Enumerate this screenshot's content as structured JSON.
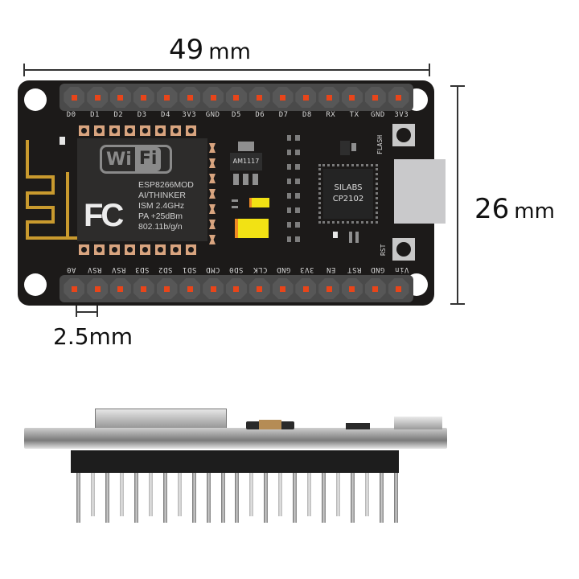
{
  "dimensions": {
    "width_value": "49",
    "width_unit": "mm",
    "height_value": "26",
    "height_unit": "mm",
    "pin_pitch": "2.5mm"
  },
  "board": {
    "top_pins": [
      "D0",
      "D1",
      "D2",
      "D3",
      "D4",
      "3V3",
      "GND",
      "D5",
      "D6",
      "D7",
      "D8",
      "RX",
      "TX",
      "GND",
      "3V3"
    ],
    "bottom_pins": [
      "A0",
      "RSV",
      "RSV",
      "SD3",
      "SD2",
      "SD1",
      "CMD",
      "SD0",
      "CLK",
      "GND",
      "3V3",
      "EN",
      "RST",
      "GND",
      "Vin"
    ],
    "module": {
      "wifi_left": "Wi",
      "wifi_right": "Fi",
      "fcc_logo": "FC",
      "lines": [
        "ESP8266MOD",
        "AI/THINKER",
        "ISM 2.4GHz",
        "PA +25dBm",
        "802.11b/g/n"
      ]
    },
    "regulator": "AM1117",
    "usb_chip": {
      "line1": "SILABS",
      "line2": "CP2102"
    },
    "buttons": {
      "flash": "FLASH",
      "reset": "RST"
    },
    "colors": {
      "pcb": "#1c1a19",
      "pin_dot": "#e8451a",
      "antenna": "#c99a2e",
      "pads": "#d8a47f"
    }
  }
}
